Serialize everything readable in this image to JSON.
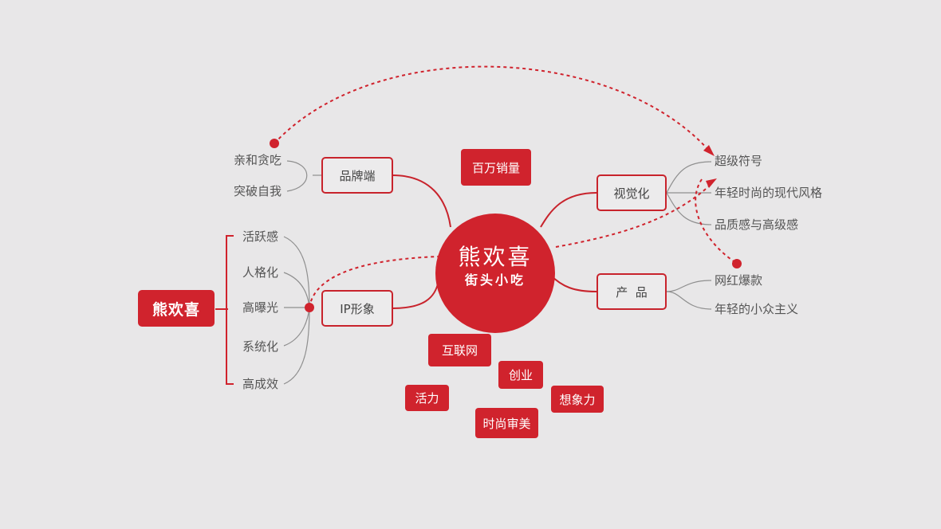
{
  "colors": {
    "accent": "#d0232d",
    "background": "#e8e7e8",
    "branch_line": "#8f8f8f"
  },
  "center": {
    "title": "熊欢喜",
    "subtitle": "街头小吃"
  },
  "root_label": "熊欢喜",
  "ip_traits": [
    "活跃感",
    "人格化",
    "高曝光",
    "系统化",
    "高成效"
  ],
  "branches": {
    "brand_end": {
      "label": "品牌端",
      "items": [
        "亲和贪吃",
        "突破自我"
      ]
    },
    "ip_image": {
      "label": "IP形象"
    },
    "visual": {
      "label": "视觉化",
      "items": [
        "超级符号",
        "年轻时尚的现代风格",
        "品质感与高级感"
      ]
    },
    "product": {
      "label": "产  品",
      "items": [
        "网红爆款",
        "年轻的小众主义"
      ]
    }
  },
  "tags": {
    "million_sales": "百万销量",
    "internet": "互联网",
    "startup": "创业",
    "vitality": "活力",
    "imagination": "想象力",
    "fashion": "时尚审美"
  }
}
